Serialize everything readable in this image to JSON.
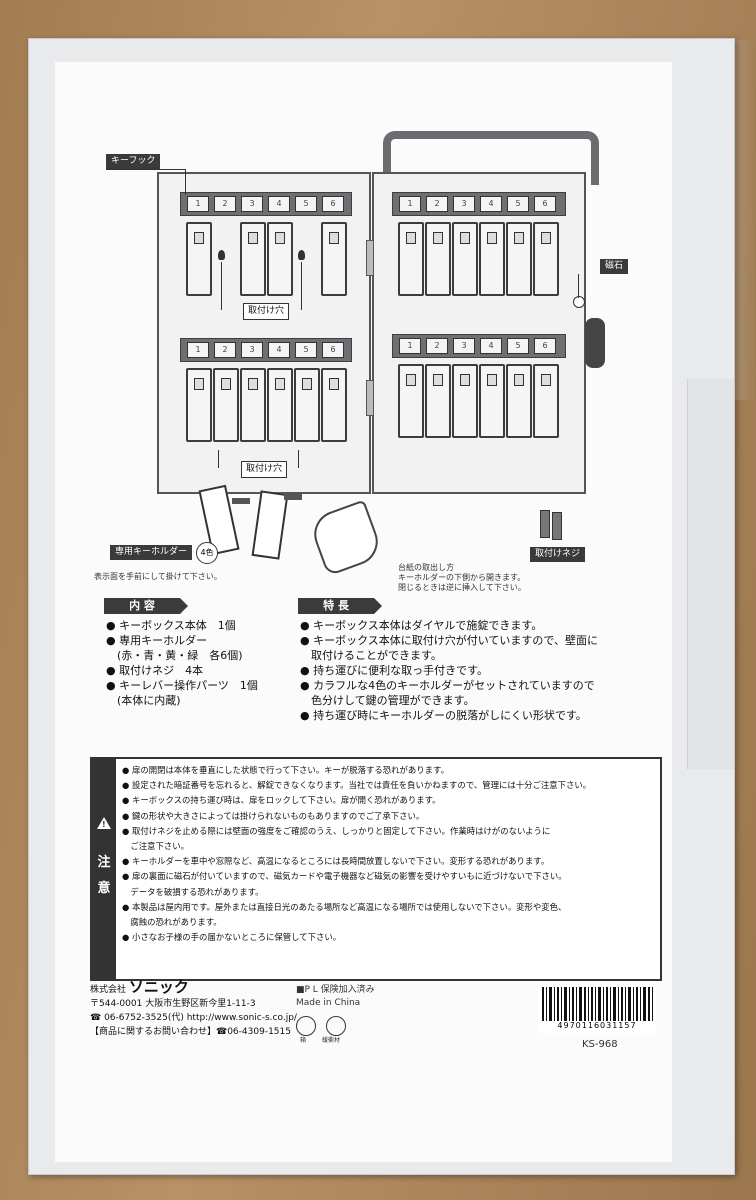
{
  "diagram": {
    "key_hook": "キーフック",
    "magnet": "磁石",
    "mount_hole_1": "取付け穴",
    "mount_hole_2": "取付け穴",
    "holder_label": "専用キーホルダー",
    "holder_colors": "4色",
    "holder_note": "表示面を手前にして掛けて下さい。",
    "screw_label": "取付けネジ",
    "paper_note_1": "台紙の取出し方",
    "paper_note_2": "キーホルダーの下側から開きます。",
    "paper_note_3": "閉じるときは逆に挿入して下さい。",
    "slot_numbers": [
      "1",
      "2",
      "3",
      "4",
      "5",
      "6"
    ]
  },
  "contents": {
    "heading": "内 容",
    "items": [
      "● キーボックス本体　1個",
      "● 専用キーホルダー",
      "　(赤・青・黄・緑　各6個)",
      "● 取付けネジ　4本",
      "● キーレバー操作パーツ　1個",
      "　(本体に内蔵)"
    ]
  },
  "features": {
    "heading": "特 長",
    "items": [
      "● キーボックス本体はダイヤルで施錠できます。",
      "● キーボックス本体に取付け穴が付いていますので、壁面に",
      "　取付けることができます。",
      "● 持ち運びに便利な取っ手付きです。",
      "● カラフルな4色のキーホルダーがセットされていますので",
      "　色分けして鍵の管理ができます。",
      "● 持ち運び時にキーホルダーの脱落がしにくい形状です。"
    ]
  },
  "caution": {
    "title_1": "注",
    "title_2": "意",
    "lines": [
      "● 扉の開閉は本体を垂直にした状態で行って下さい。キーが脱落する恐れがあります。",
      "● 設定された暗証番号を忘れると、解錠できなくなります。当社では責任を負いかねますので、管理には十分ご注意下さい。",
      "● キーボックスの持ち運び時は、扉をロックして下さい。扉が開く恐れがあります。",
      "● 鍵の形状や大きさによっては掛けられないものもありますのでご了承下さい。",
      "● 取付けネジを止める際には壁面の強度をご確認のうえ、しっかりと固定して下さい。作業時はけがのないように",
      "　ご注意下さい。",
      "● キーホルダーを車中や窓際など、高温になるところには長時間放置しないで下さい。変形する恐れがあります。",
      "● 扉の裏面に磁石が付いていますので、磁気カードや電子機器など磁気の影響を受けやすいもに近づけないで下さい。",
      "　データを破損する恐れがあります。",
      "● 本製品は屋内用です。屋外または直接日光のあたる場所など高温になる場所では使用しないで下さい。変形や変色、",
      "　腐蝕の恐れがあります。",
      "● 小さなお子様の手の届かないところに保管して下さい。"
    ]
  },
  "footer": {
    "company_prefix": "株式会社",
    "company_name": "ソニック",
    "address": "〒544-0001 大阪市生野区新今里1-11-3",
    "tel_url": "☎ 06-6752-3525(代) http://www.sonic-s.co.jp/",
    "inquiry": "【商品に関するお問い合わせ】☎06-4309-1515",
    "pl": "■P L 保険加入済み",
    "made_in": "Made in China",
    "recycle_1": "箱",
    "recycle_2": "緩衝材",
    "barcode_number": "4970116031157",
    "model": "KS-968"
  }
}
